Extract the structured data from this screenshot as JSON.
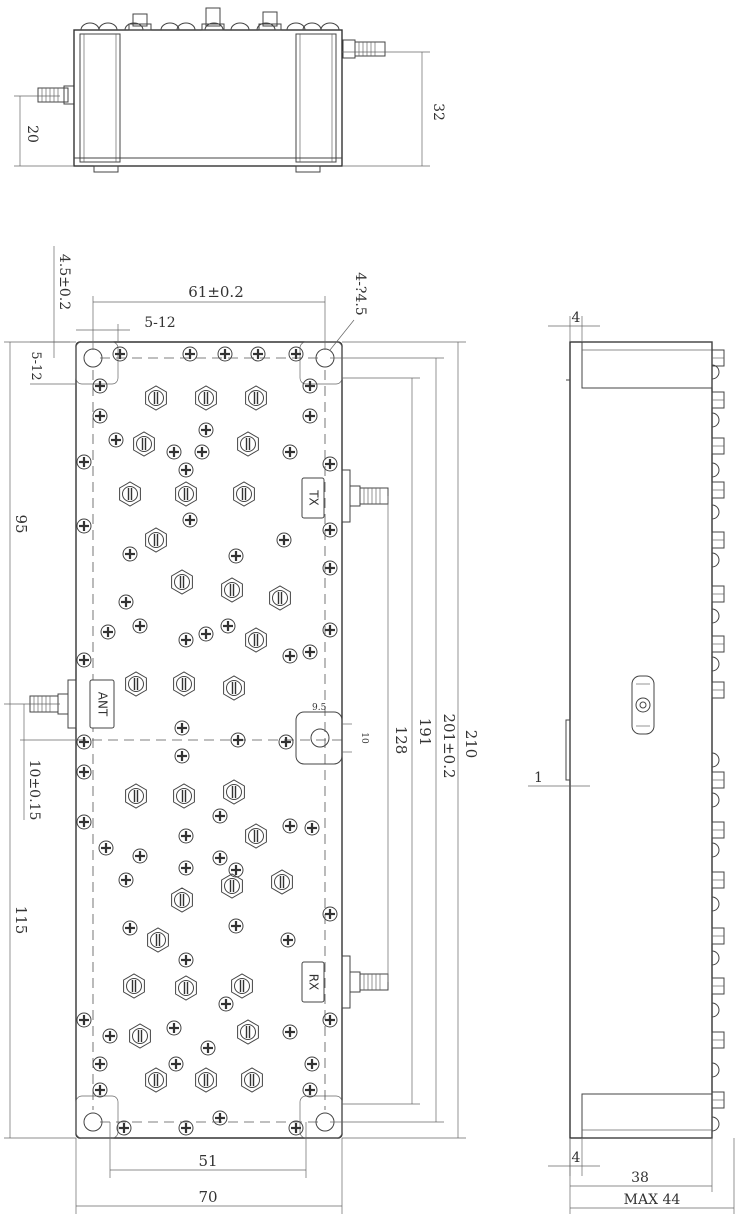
{
  "drawing": {
    "ports": {
      "tx": "TX",
      "rx": "RX",
      "ant": "ANT"
    },
    "dimensions": {
      "front_width": "70",
      "front_height": "210",
      "hole_span_width": "61±0.2",
      "hole_span_height": "201±0.2",
      "inner_height": "191",
      "port_spacing": "128",
      "lower_width": "51",
      "slot_offset_top": "5-12",
      "slot_offset_side": "5-12",
      "hole_callout": "4-?4.5",
      "edge_offset": "4.5±0.2",
      "left_upper": "95",
      "left_lower": "115",
      "ant_offset": "10±0.15",
      "mount_width": "9.5",
      "mount_height": "10",
      "top_view_height": "32",
      "top_view_conn_height": "20",
      "side_inset_top": "4",
      "side_inset_bottom": "4",
      "side_wall": "1",
      "side_body": "38",
      "side_max": "MAX 44"
    }
  }
}
